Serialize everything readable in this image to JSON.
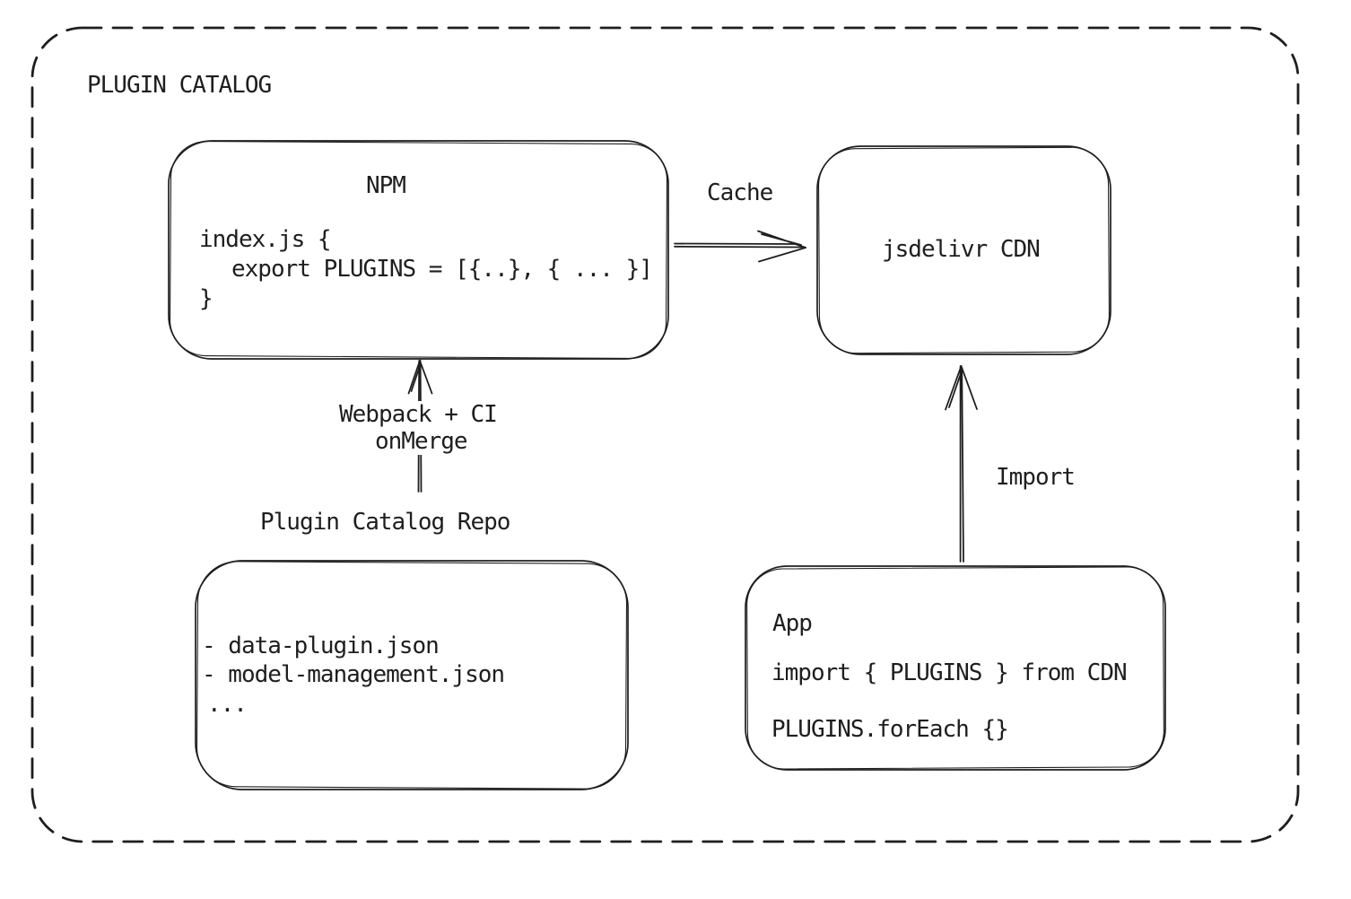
{
  "title": "PLUGIN CATALOG",
  "nodes": {
    "npm": {
      "title": "NPM",
      "code": [
        "index.js {",
        "export PLUGINS = [{..}, { ... }]",
        "}"
      ]
    },
    "cdn": {
      "label": "jsdelivr CDN"
    },
    "repo": {
      "label": "Plugin Catalog Repo",
      "items": [
        "- data-plugin.json",
        "- model-management.json",
        "..."
      ]
    },
    "app": {
      "title": "App",
      "code": [
        "import { PLUGINS } from CDN",
        "PLUGINS.forEach {}"
      ]
    }
  },
  "arrows": {
    "cache": {
      "label": "Cache",
      "from": "NPM",
      "to": "jsdelivr CDN",
      "direction": "right"
    },
    "build": {
      "label_line1": "Webpack + CI",
      "label_line2": "onMerge",
      "from": "Plugin Catalog Repo",
      "to": "NPM",
      "direction": "up"
    },
    "import": {
      "label": "Import",
      "from": "App",
      "to": "jsdelivr CDN",
      "direction": "up"
    }
  },
  "colors": {
    "stroke": "#1e1e1e",
    "background": "#ffffff"
  }
}
